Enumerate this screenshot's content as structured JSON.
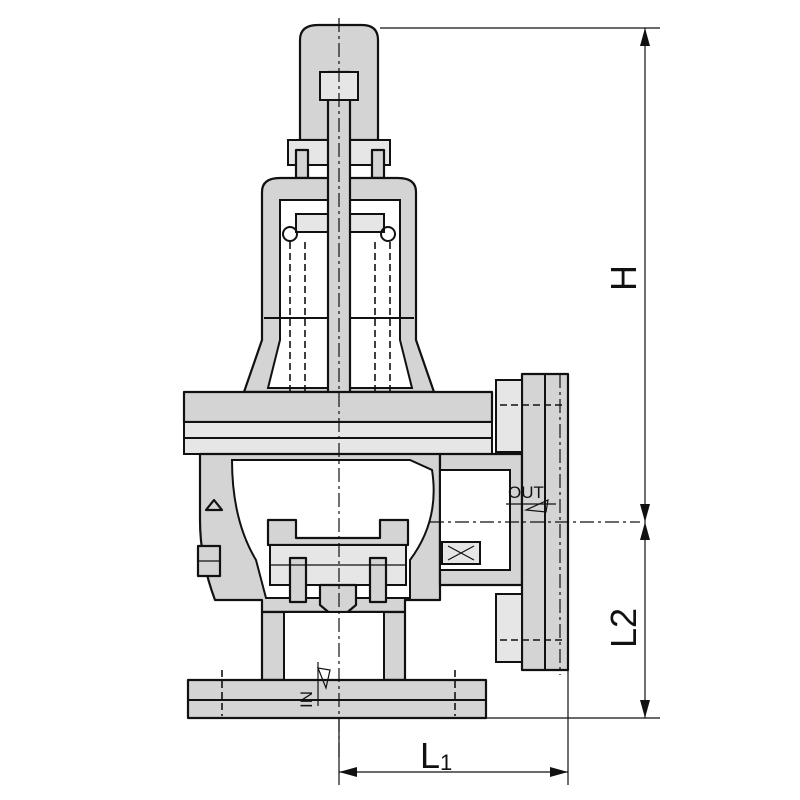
{
  "dimensions": {
    "height_label": "H",
    "length1_label": "L",
    "length1_sub": "1",
    "length2_label": "L2"
  },
  "port_labels": {
    "outlet": "OUT",
    "inlet": "IN"
  }
}
